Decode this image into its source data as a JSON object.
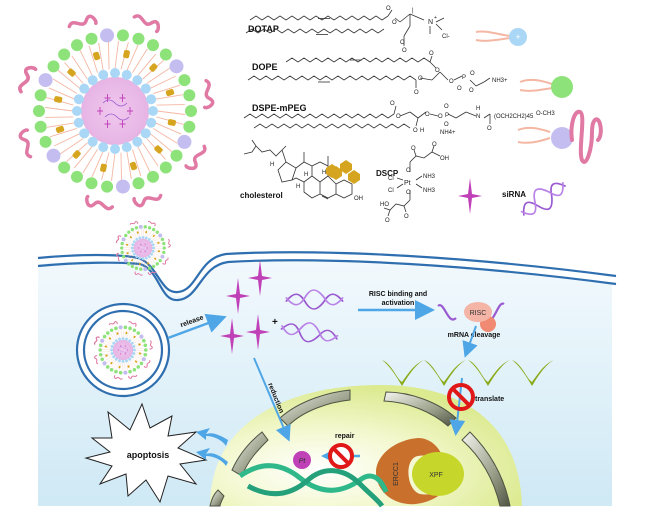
{
  "components": {
    "dotap": {
      "label": "DOTAP",
      "counter_ion": "Cl-",
      "head_charge": "+"
    },
    "dope": {
      "label": "DOPE",
      "amine": "NH3+"
    },
    "dspe_mpeg": {
      "label": "DSPE-mPEG",
      "peg_chain": "(OCH2CH2)45",
      "terminal": "O-CH3",
      "counter_ion": "NH4+"
    },
    "cholesterol": {
      "label": "cholesterol",
      "hydroxyl": "OH"
    },
    "dscp": {
      "label": "DSCP",
      "metal": "Pt",
      "ligands": [
        "Cl",
        "Cl",
        "NH3",
        "NH3"
      ],
      "acid": "OH"
    },
    "sirna": {
      "label": "siRNA"
    }
  },
  "pathway": {
    "release_label": "release",
    "plus_sign": "+",
    "risc_binding_label_line1": "RISC binding and",
    "risc_binding_label_line2": "activation",
    "risc_label": "RISC",
    "mrna_cleavage_label": "mRNA cleavage",
    "translate_label": "translate",
    "reduction_label": "reduction",
    "repair_label": "repair",
    "pt_label": "Pt",
    "ercc1_label": "ERCC1",
    "xpf_label": "XPF",
    "apoptosis_label": "apoptosis"
  },
  "colors": {
    "peg": "#e07aa4",
    "dope_head": "#8ee27a",
    "peg_head": "#c4bdf0",
    "dotap_head": "#a9d7f5",
    "tail": "#f4b7a3",
    "cholesterol": "#d6a520",
    "pt_drug": "#c040b8",
    "sirna": "#9a5ad0",
    "membrane": "#2f6fb0",
    "arrow": "#4fa6e6",
    "nucleus": "#e6f1a8",
    "pore": "#7a8068",
    "mrna": "#8aaa18",
    "dna": "#2fb88a",
    "ercc1": "#c8702c",
    "xpf": "#c6d62a",
    "risc": "#f4b4a6",
    "block": "#e01818"
  }
}
